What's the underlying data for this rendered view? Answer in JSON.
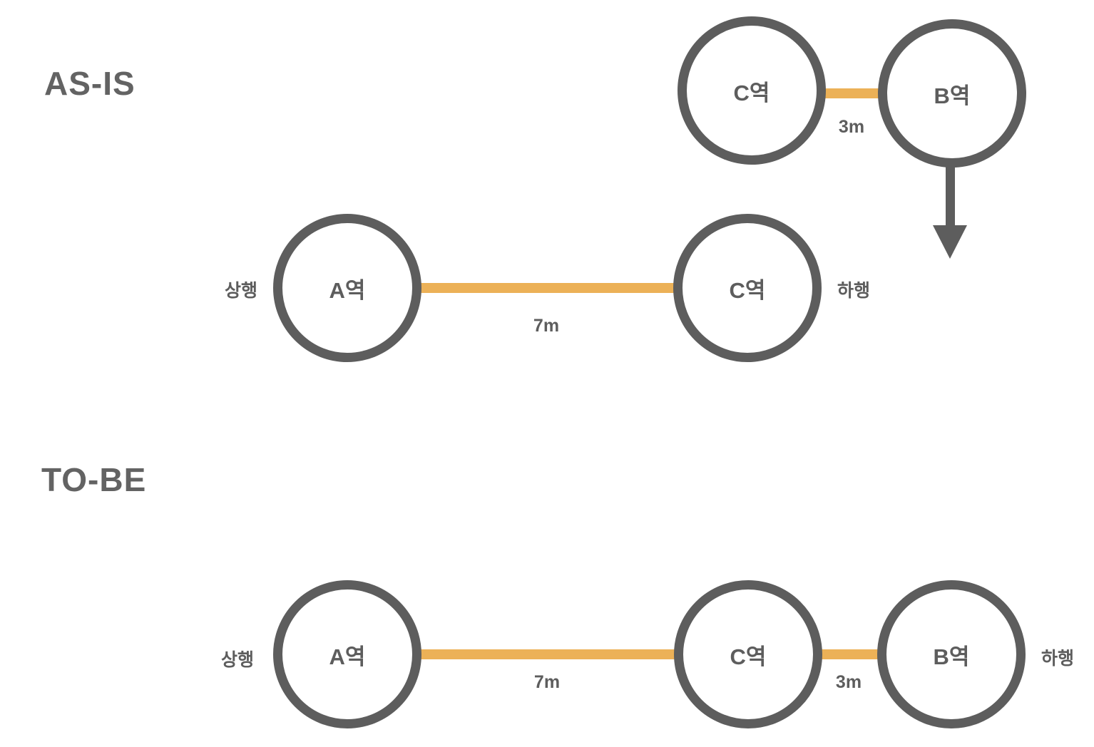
{
  "diagram": {
    "colors": {
      "track": "#ECB157",
      "node_outline": "#5d5d5d",
      "text": "#5d5d5d"
    },
    "as_is": {
      "title": "AS-IS",
      "spur": {
        "station_c": "C역",
        "station_b": "B역",
        "distance": "3m",
        "arrow_icon": "down-arrow"
      },
      "main": {
        "up_label": "상행",
        "down_label": "하행",
        "station_a": "A역",
        "station_c": "C역",
        "distance": "7m"
      }
    },
    "to_be": {
      "title": "TO-BE",
      "main": {
        "up_label": "상행",
        "down_label": "하행",
        "station_a": "A역",
        "station_c": "C역",
        "station_b": "B역",
        "distance_ac": "7m",
        "distance_cb": "3m"
      }
    }
  }
}
